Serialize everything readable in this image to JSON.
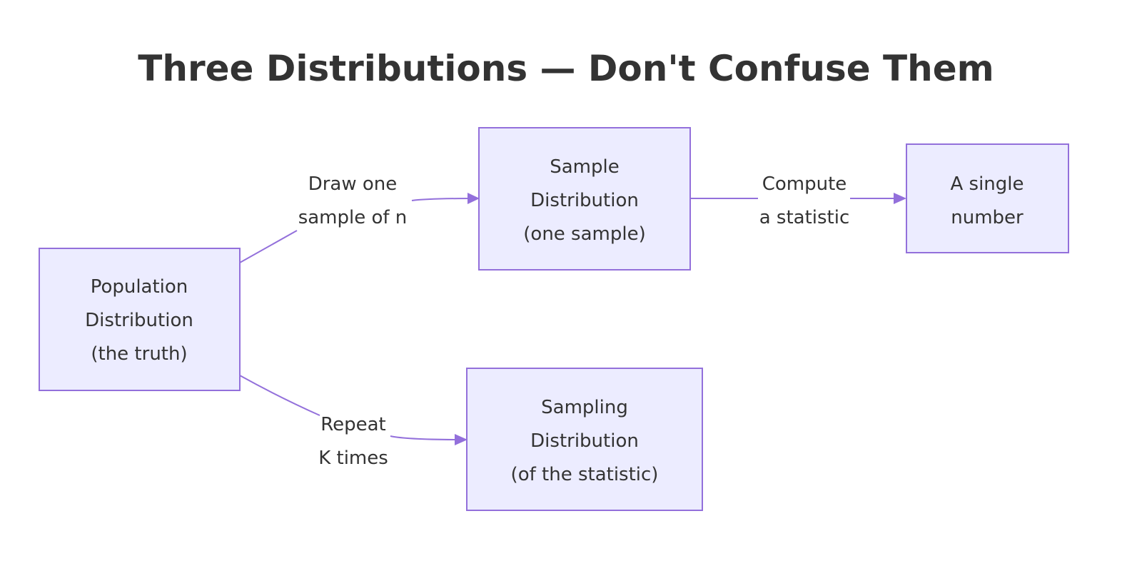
{
  "title": "Three Distributions — Don't Confuse Them",
  "colors": {
    "node_fill": "#ececff",
    "node_stroke": "#9370db",
    "edge": "#9370db",
    "text": "#333333",
    "background": "#ffffff"
  },
  "nodes": {
    "population": {
      "lines": [
        "Population",
        "Distribution",
        "(the truth)"
      ]
    },
    "sample": {
      "lines": [
        "Sample",
        "Distribution",
        "(one sample)"
      ]
    },
    "single": {
      "lines": [
        "A single",
        "number"
      ]
    },
    "sampling": {
      "lines": [
        "Sampling",
        "Distribution",
        "(of the statistic)"
      ]
    }
  },
  "edges": {
    "draw": {
      "from": "population",
      "to": "sample",
      "lines": [
        "Draw one",
        "sample of n"
      ]
    },
    "compute": {
      "from": "sample",
      "to": "single",
      "lines": [
        "Compute",
        "a statistic"
      ]
    },
    "repeat": {
      "from": "population",
      "to": "sampling",
      "lines": [
        "Repeat",
        "K times"
      ]
    }
  }
}
